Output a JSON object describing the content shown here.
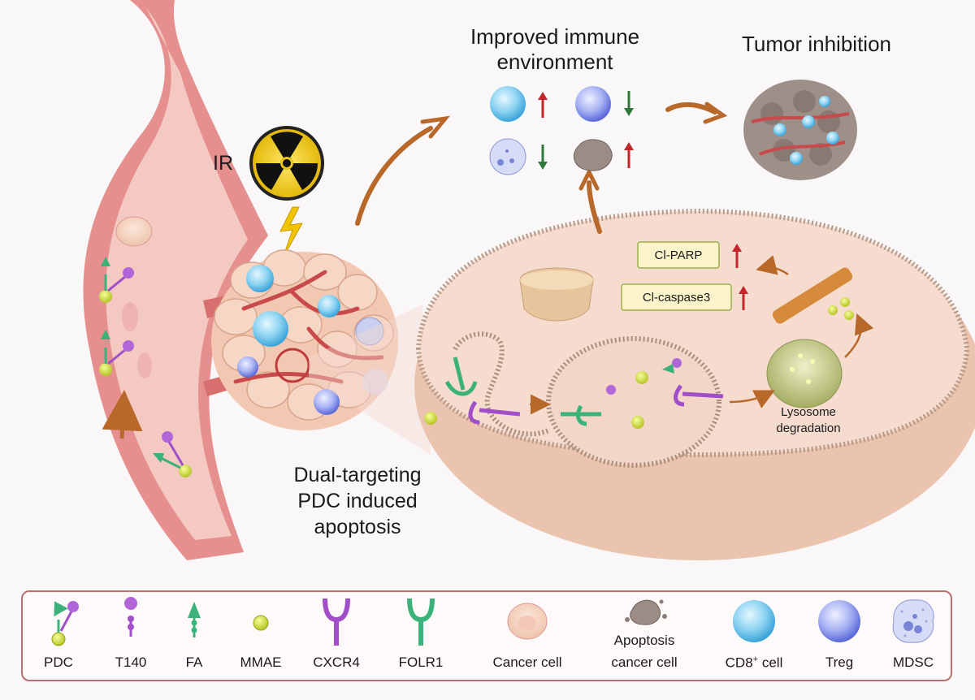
{
  "labels": {
    "ir": "IR",
    "immune_title_line1": "Improved immune",
    "immune_title_line2": "environment",
    "tumor_inhibition": "Tumor inhibition",
    "cl_parp": "Cl-PARP",
    "cl_caspase3": "Cl-caspase3",
    "lysosome_line1": "Lysosome",
    "lysosome_line2": "degradation",
    "pdc_line1": "Dual-targeting",
    "pdc_line2": "PDC induced",
    "pdc_line3": "apoptosis"
  },
  "legend": [
    {
      "label": "PDC",
      "icon": "pdc-icon"
    },
    {
      "label": "T140",
      "icon": "t140-icon"
    },
    {
      "label": "FA",
      "icon": "fa-icon"
    },
    {
      "label": "MMAE",
      "icon": "mmae-icon"
    },
    {
      "label": "CXCR4",
      "icon": "cxcr4-icon"
    },
    {
      "label": "FOLR1",
      "icon": "folr1-icon"
    },
    {
      "label": "Cancer cell",
      "icon": "cancer-cell-icon"
    },
    {
      "label_line1": "Apoptosis",
      "label_line2": "cancer cell",
      "icon": "apoptosis-cancer-cell-icon"
    },
    {
      "label_main": "CD8",
      "label_sup": "+",
      "label_rest": " cell",
      "icon": "cd8-cell-icon"
    },
    {
      "label": "Treg",
      "icon": "treg-icon"
    },
    {
      "label": "MDSC",
      "icon": "mdsc-icon"
    }
  ],
  "colors": {
    "frame": "#b76f6f",
    "vessel": "#e48b8b",
    "cell_fill": "#f6dccd",
    "arrow_brown": "#b8692a",
    "up_arrow": "#c0262a",
    "down_arrow": "#2f7a3a",
    "box_fill": "#fbf3c9",
    "box_stroke": "#9ab04a"
  }
}
